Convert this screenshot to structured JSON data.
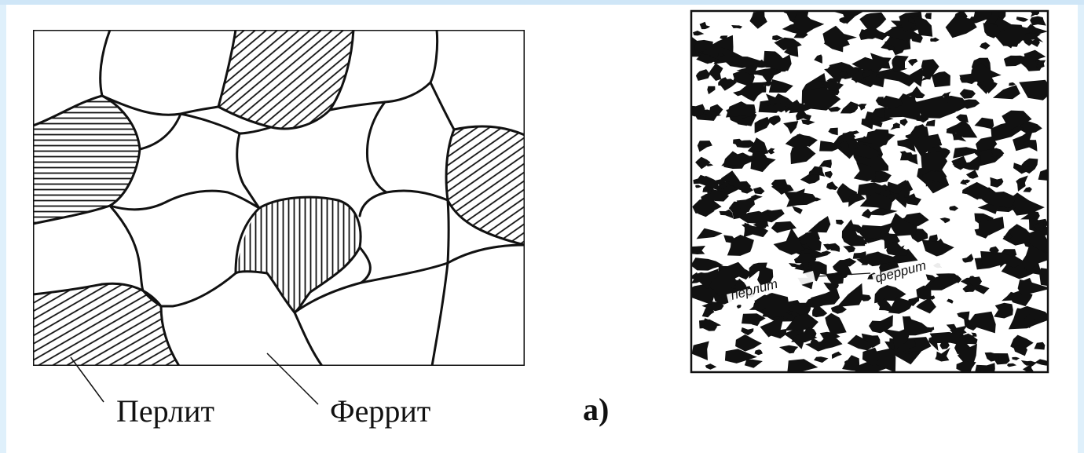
{
  "labels": {
    "perlit": "Перлит",
    "ferrit": "Феррит",
    "subfigure": "а)"
  },
  "micrograph_labels": {
    "perlit": "перлит",
    "ferrit": "феррит"
  },
  "colors": {
    "background": "#dff0fb",
    "ink": "#111111",
    "paper": "#ffffff"
  }
}
